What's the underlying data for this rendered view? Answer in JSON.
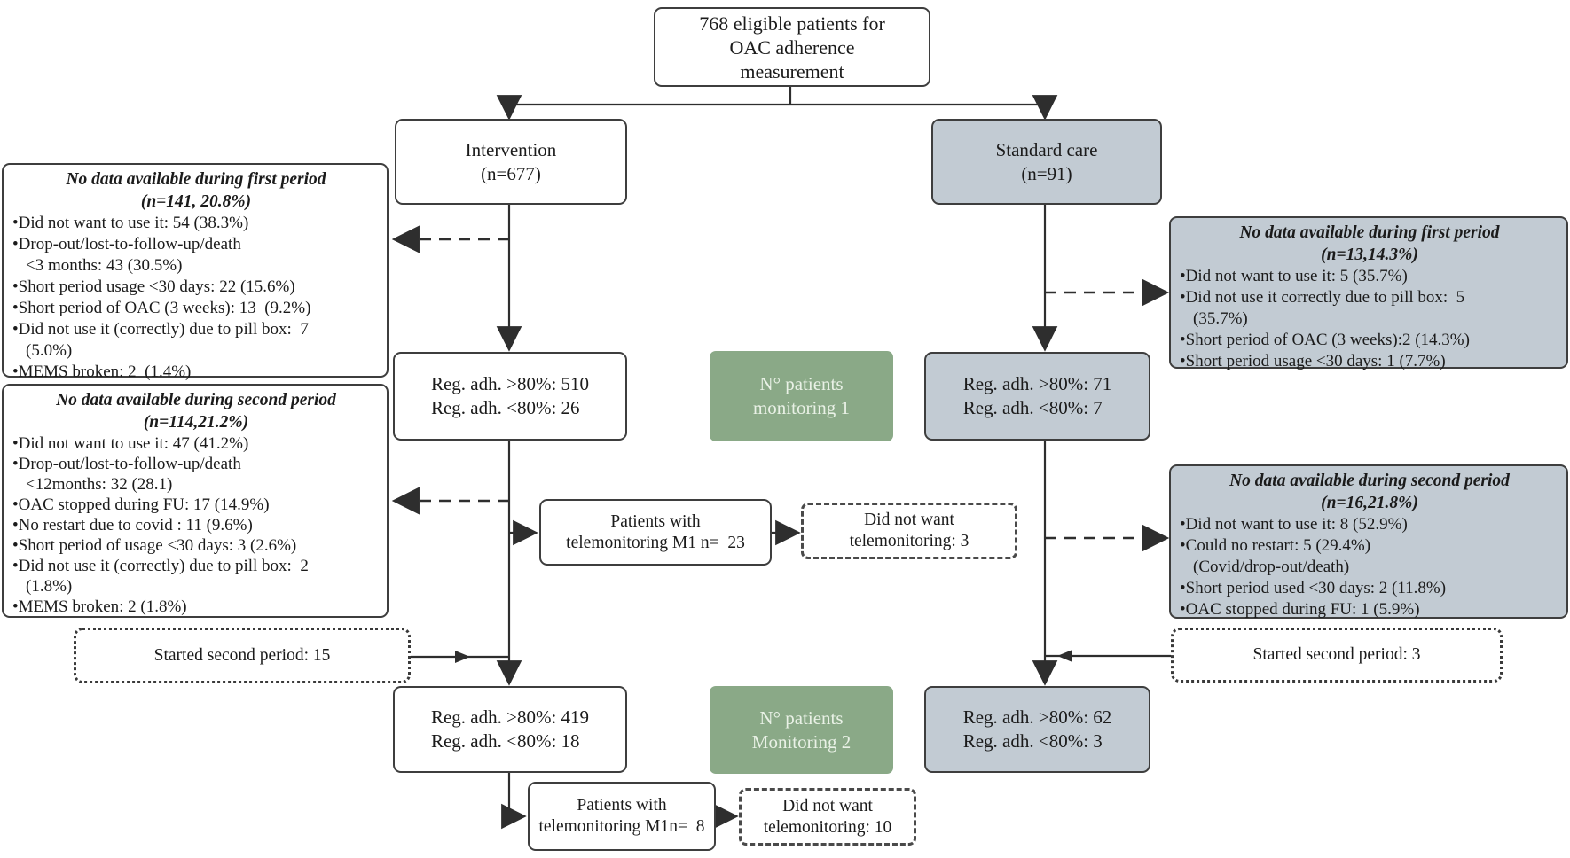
{
  "top_box": {
    "line1": "768 eligible patients for",
    "line2": "OAC adherence",
    "line3": "measurement"
  },
  "intervention_box": {
    "title": "Intervention",
    "n": "(n=677)"
  },
  "standard_box": {
    "title": "Standard care",
    "n": "(n=91)"
  },
  "left_period1": {
    "title": "No data available during first period",
    "n": "(n=141, 20.8%)",
    "items": [
      "Did not want to use it: 54 (38.3%)",
      "Drop-out/lost-to-follow-up/death\n<3 months: 43 (30.5%)",
      "Short period usage <30 days: 22 (15.6%)",
      "Short period of OAC (3 weeks): 13  (9.2%)",
      "Did not use it (correctly) due to pill box:  7\n(5.0%)",
      "MEMS broken: 2  (1.4%)"
    ]
  },
  "left_period2": {
    "title": "No data available during second period",
    "n": "(n=114,21.2%)",
    "items": [
      "Did not want to use it: 47 (41.2%)",
      "Drop-out/lost-to-follow-up/death\n<12months: 32 (28.1)",
      "OAC stopped during FU: 17 (14.9%)",
      "No restart due to covid : 11 (9.6%)",
      "Short period of usage <30 days: 3 (2.6%)",
      "Did not use it (correctly) due to pill box:  2\n(1.8%)",
      "MEMS broken: 2 (1.8%)"
    ]
  },
  "right_period1": {
    "title": "No data available during first period",
    "n": "(n=13,14.3%)",
    "items": [
      "Did not want to use it: 5 (35.7%)",
      "Did not use it correctly due to pill box:  5\n(35.7%)",
      "Short period of OAC (3 weeks):2 (14.3%)",
      "Short period usage <30 days: 1 (7.7%)"
    ]
  },
  "right_period2": {
    "title": "No data available during second period",
    "n": "(n=16,21.8%)",
    "items": [
      "Did not want to use it: 8 (52.9%)",
      "Could no restart: 5 (29.4%)\n(Covid/drop-out/death)",
      "Short period used <30 days: 2 (11.8%)",
      "OAC stopped during FU: 1 (5.9%)"
    ]
  },
  "intervention_m1": {
    "line1": "Reg. adh. >80%: 510",
    "line2": "Reg. adh. <80%: 26"
  },
  "standard_m1": {
    "line1": "Reg. adh. >80%: 71",
    "line2": "Reg. adh. <80%: 7"
  },
  "intervention_m2": {
    "line1": "Reg. adh. >80%: 419",
    "line2": "Reg. adh. <80%: 18"
  },
  "standard_m2": {
    "line1": "Reg. adh. >80%: 62",
    "line2": "Reg. adh. <80%: 3"
  },
  "monitoring1_label": {
    "line1": "N° patients",
    "line2": "monitoring 1"
  },
  "monitoring2_label": {
    "line1": "N° patients",
    "line2": "Monitoring 2"
  },
  "telemonitoring1": {
    "line1": "Patients with",
    "line2": "telemonitoring M1 n=  23"
  },
  "telemonitoring1_declined": {
    "line1": "Did not want",
    "line2": "telemonitoring: 3"
  },
  "telemonitoring2": {
    "line1": "Patients with",
    "line2": "telemonitoring M1n=  8"
  },
  "telemonitoring2_declined": {
    "line1": "Did not want",
    "line2": "telemonitoring: 10"
  },
  "started_second_left": "Started second period: 15",
  "started_second_right": "Started second period: 3",
  "colors": {
    "standard_fill": "#c2cbd3",
    "monitoring_fill": "#8aa987",
    "border": "#3e3e3e"
  }
}
